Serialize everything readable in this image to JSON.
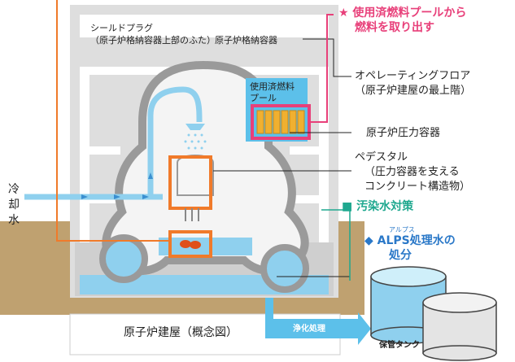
{
  "labels": {
    "shield_plug_line1": "シールドプラグ",
    "shield_plug_line2": "（原子炉格納容器上部のふた）",
    "containment_vessel": "原子炉格納容器",
    "spent_fuel_pool_line1": "使用済燃料",
    "spent_fuel_pool_line2": "プール",
    "fuel_removal_line1": "★ 使用済燃料プールから",
    "fuel_removal_line2": "燃料を取り出す",
    "operating_floor_line1": "オペレーティングフロア",
    "operating_floor_line2": "（原子炉建屋の最上階）",
    "pressure_vessel": "原子炉圧力容器",
    "pedestal_line1": "ペデスタル",
    "pedestal_line2": "（圧力容器を支える",
    "pedestal_line3": "コンクリート構造物）",
    "cooling_water_1": "冷",
    "cooling_water_2": "却",
    "cooling_water_3": "水",
    "contaminated_water": "■ 汚染水対策",
    "alps_ruby": "アルプス",
    "alps_line1": "◆ ALPS処理水の",
    "alps_line2": "処分",
    "purification": "浄化処理",
    "storage_tank": "保管タンク",
    "building_caption": "原子炉建屋（概念図）"
  },
  "colors": {
    "pink": "#e8407a",
    "teal": "#1fa88f",
    "blue": "#2a78c8",
    "water": "#8fd0ee",
    "orange": "#f07a2a",
    "ground": "#bfa170",
    "building": "#dedede"
  }
}
